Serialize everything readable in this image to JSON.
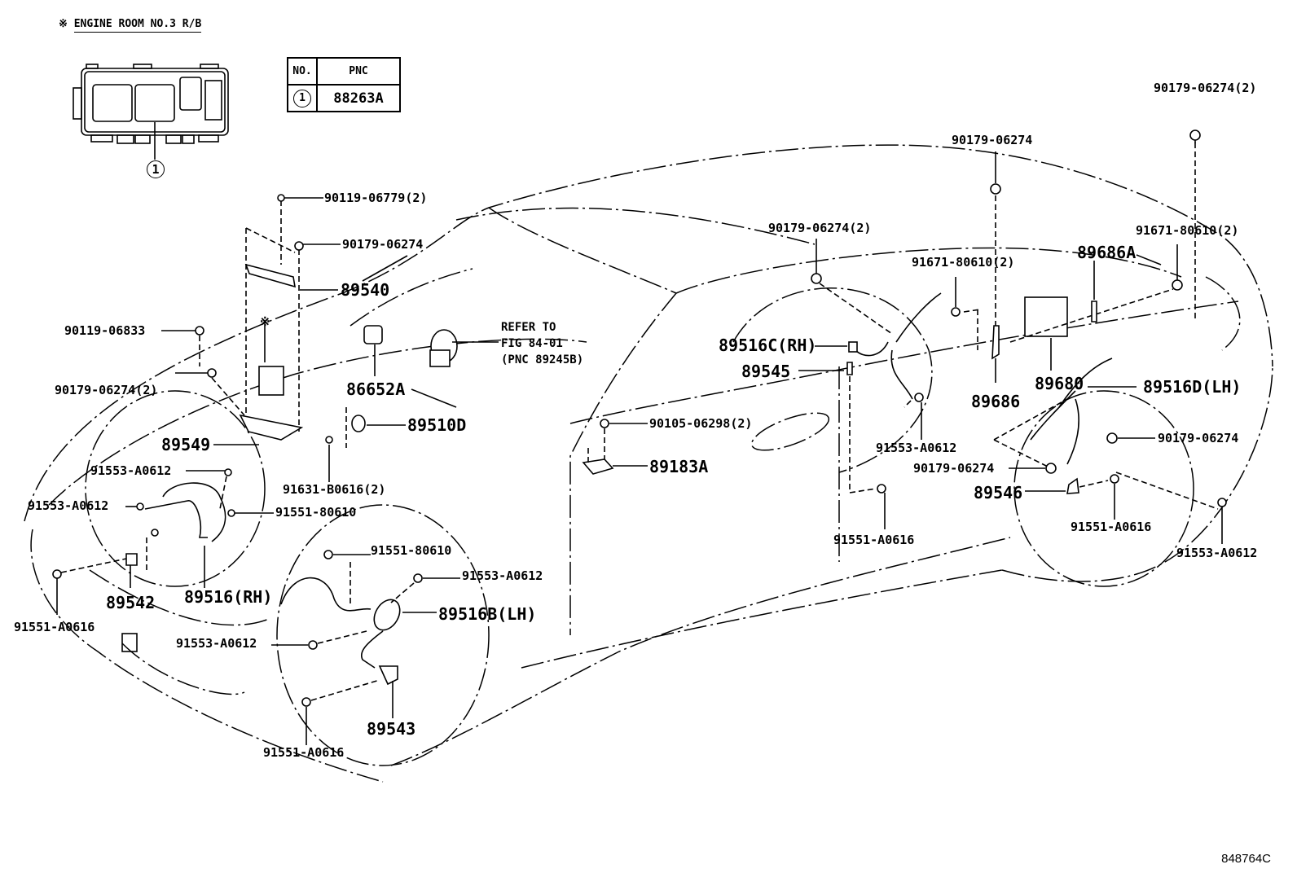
{
  "inset": {
    "title_mark": "※",
    "title": "ENGINE ROOM NO.3 R/B",
    "callout": "1"
  },
  "pnc_table": {
    "headers": [
      "NO.",
      "PNC"
    ],
    "rows": [
      {
        "no": "1",
        "pnc": "88263A"
      }
    ]
  },
  "reference_note": {
    "line1": "REFER TO",
    "line2": "FIG 84-01",
    "line3": "(PNC 89245B)"
  },
  "relay_marker": "※",
  "labels": [
    {
      "id": "l01",
      "text": "90119-06779(2)",
      "size": "sm"
    },
    {
      "id": "l02",
      "text": "90179-06274",
      "size": "sm"
    },
    {
      "id": "l03",
      "text": "89540",
      "size": "lg"
    },
    {
      "id": "l04",
      "text": "90119-06833",
      "size": "sm"
    },
    {
      "id": "l05",
      "text": "90179-06274(2)",
      "size": "sm"
    },
    {
      "id": "l06",
      "text": "86652A",
      "size": "lg"
    },
    {
      "id": "l07",
      "text": "89510D",
      "size": "lg"
    },
    {
      "id": "l08",
      "text": "89549",
      "size": "lg"
    },
    {
      "id": "l09",
      "text": "91553-A0612",
      "size": "sm"
    },
    {
      "id": "l10",
      "text": "91631-B0616(2)",
      "size": "sm"
    },
    {
      "id": "l11",
      "text": "91553-A0612",
      "size": "sm"
    },
    {
      "id": "l12",
      "text": "91551-80610",
      "size": "sm"
    },
    {
      "id": "l13",
      "text": "91551-80610",
      "size": "sm"
    },
    {
      "id": "l14",
      "text": "89542",
      "size": "lg"
    },
    {
      "id": "l15",
      "text": "89516(RH)",
      "size": "lg"
    },
    {
      "id": "l16",
      "text": "91553-A0612",
      "size": "sm"
    },
    {
      "id": "l17",
      "text": "91551-A0616",
      "size": "sm"
    },
    {
      "id": "l18",
      "text": "89516B(LH)",
      "size": "lg"
    },
    {
      "id": "l19",
      "text": "91553-A0612",
      "size": "sm"
    },
    {
      "id": "l20",
      "text": "89543",
      "size": "lg"
    },
    {
      "id": "l21",
      "text": "91551-A0616",
      "size": "sm"
    },
    {
      "id": "l22",
      "text": "90105-06298(2)",
      "size": "sm"
    },
    {
      "id": "l23",
      "text": "89183A",
      "size": "lg"
    },
    {
      "id": "l24",
      "text": "90179-06274",
      "size": "sm"
    },
    {
      "id": "l25",
      "text": "90179-06274(2)",
      "size": "sm"
    },
    {
      "id": "l26",
      "text": "90179-06274(2)",
      "size": "sm"
    },
    {
      "id": "l27",
      "text": "91671-80610(2)",
      "size": "sm"
    },
    {
      "id": "l28",
      "text": "91671-80610(2)",
      "size": "sm"
    },
    {
      "id": "l29",
      "text": "89686A",
      "size": "lg"
    },
    {
      "id": "l30",
      "text": "89516C(RH)",
      "size": "lg"
    },
    {
      "id": "l31",
      "text": "89545",
      "size": "lg"
    },
    {
      "id": "l32",
      "text": "89680",
      "size": "lg"
    },
    {
      "id": "l33",
      "text": "89686",
      "size": "lg"
    },
    {
      "id": "l34",
      "text": "89516D(LH)",
      "size": "lg"
    },
    {
      "id": "l35",
      "text": "91553-A0612",
      "size": "sm"
    },
    {
      "id": "l36",
      "text": "90179-06274",
      "size": "sm"
    },
    {
      "id": "l37",
      "text": "90179-06274",
      "size": "sm"
    },
    {
      "id": "l38",
      "text": "89546",
      "size": "lg"
    },
    {
      "id": "l39",
      "text": "91551-A0616",
      "size": "sm"
    },
    {
      "id": "l40",
      "text": "91551-A0616",
      "size": "sm"
    },
    {
      "id": "l41",
      "text": "91553-A0612",
      "size": "sm"
    }
  ],
  "figure_code": "848764C"
}
